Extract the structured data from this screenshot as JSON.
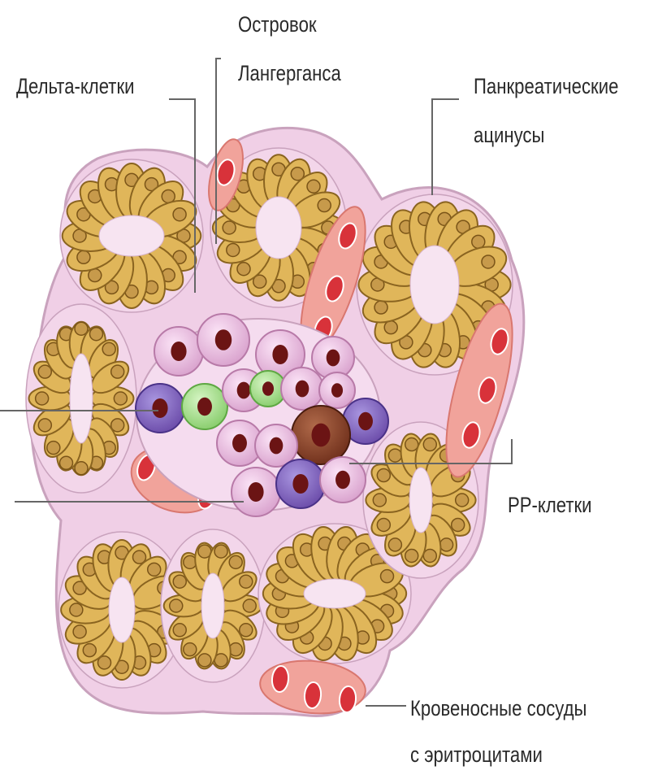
{
  "labels": {
    "islet_line1": "Островок",
    "islet_line2": "Лангерганса",
    "delta_cells": "Дельта-клетки",
    "acini_line1": "Панкреатические",
    "acini_line2": "ацинусы",
    "pp_cells": "РР-клетки",
    "vessels_line1": "Кровеносные сосуды",
    "vessels_line2": "с эритроцитами"
  },
  "colors": {
    "tissue": "#f0cfe6",
    "tissue_edge": "#c9a2bd",
    "acinar_cell": "#e0b65a",
    "acinar_edge": "#8a6420",
    "acinar_nucleus": "#c79a4b",
    "lumen": "#f7e4f1",
    "vessel": "#f1a39b",
    "erythrocyte": "#d8323a",
    "beta_cell": "#e7b4dc",
    "alpha_cell": "#a8e08f",
    "delta_cell": "#7a5cb8",
    "pp_cell": "#8a3f28",
    "nucleus": "#6b1414",
    "leader_line": "#666666"
  }
}
